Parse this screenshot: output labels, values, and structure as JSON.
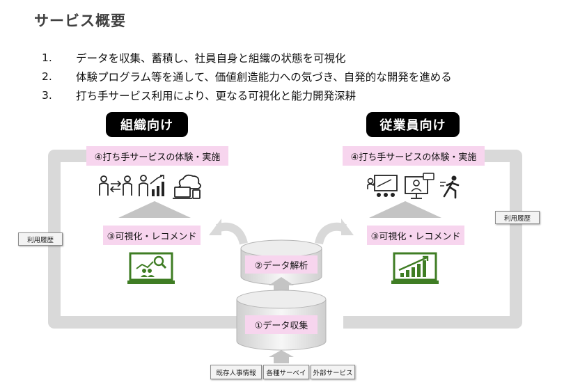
{
  "title": "サービス概要",
  "points": [
    {
      "num": "1.",
      "text": "データを収集、蓄積し、社員自身と組織の状態を可視化"
    },
    {
      "num": "2.",
      "text": "体験プログラム等を通して、価値創造能力への気づき、自発的な開発を進める"
    },
    {
      "num": "3.",
      "text": "打ち手サービス利用により、更なる可視化と能力開発深耕"
    }
  ],
  "org": {
    "label": "組織向け",
    "step4": "④打ち手サービスの体験・実施",
    "step3": "③可視化・レコメンド"
  },
  "emp": {
    "label": "従業員向け",
    "step4": "④打ち手サービスの体験・実施",
    "step3": "③可視化・レコメンド"
  },
  "center": {
    "step2": "②データ解析",
    "step1": "①データ収集"
  },
  "usage_history_left": "利用履歴",
  "usage_history_right": "利用履歴",
  "sources": [
    "既存人事情報",
    "各種サーベイ",
    "外部サービス"
  ],
  "icons": [
    "people-exchange-icon",
    "growth-people-icon",
    "cloud-device-icon",
    "analytics-laptop-icon",
    "presentation-icon",
    "video-meeting-icon",
    "runner-icon",
    "growth-chart-laptop-icon"
  ],
  "colors": {
    "accent_green": "#3f7d24",
    "pink_label": "#f7d5ee",
    "flow_gray": "#d9d9d9",
    "pill_black": "#000000"
  }
}
